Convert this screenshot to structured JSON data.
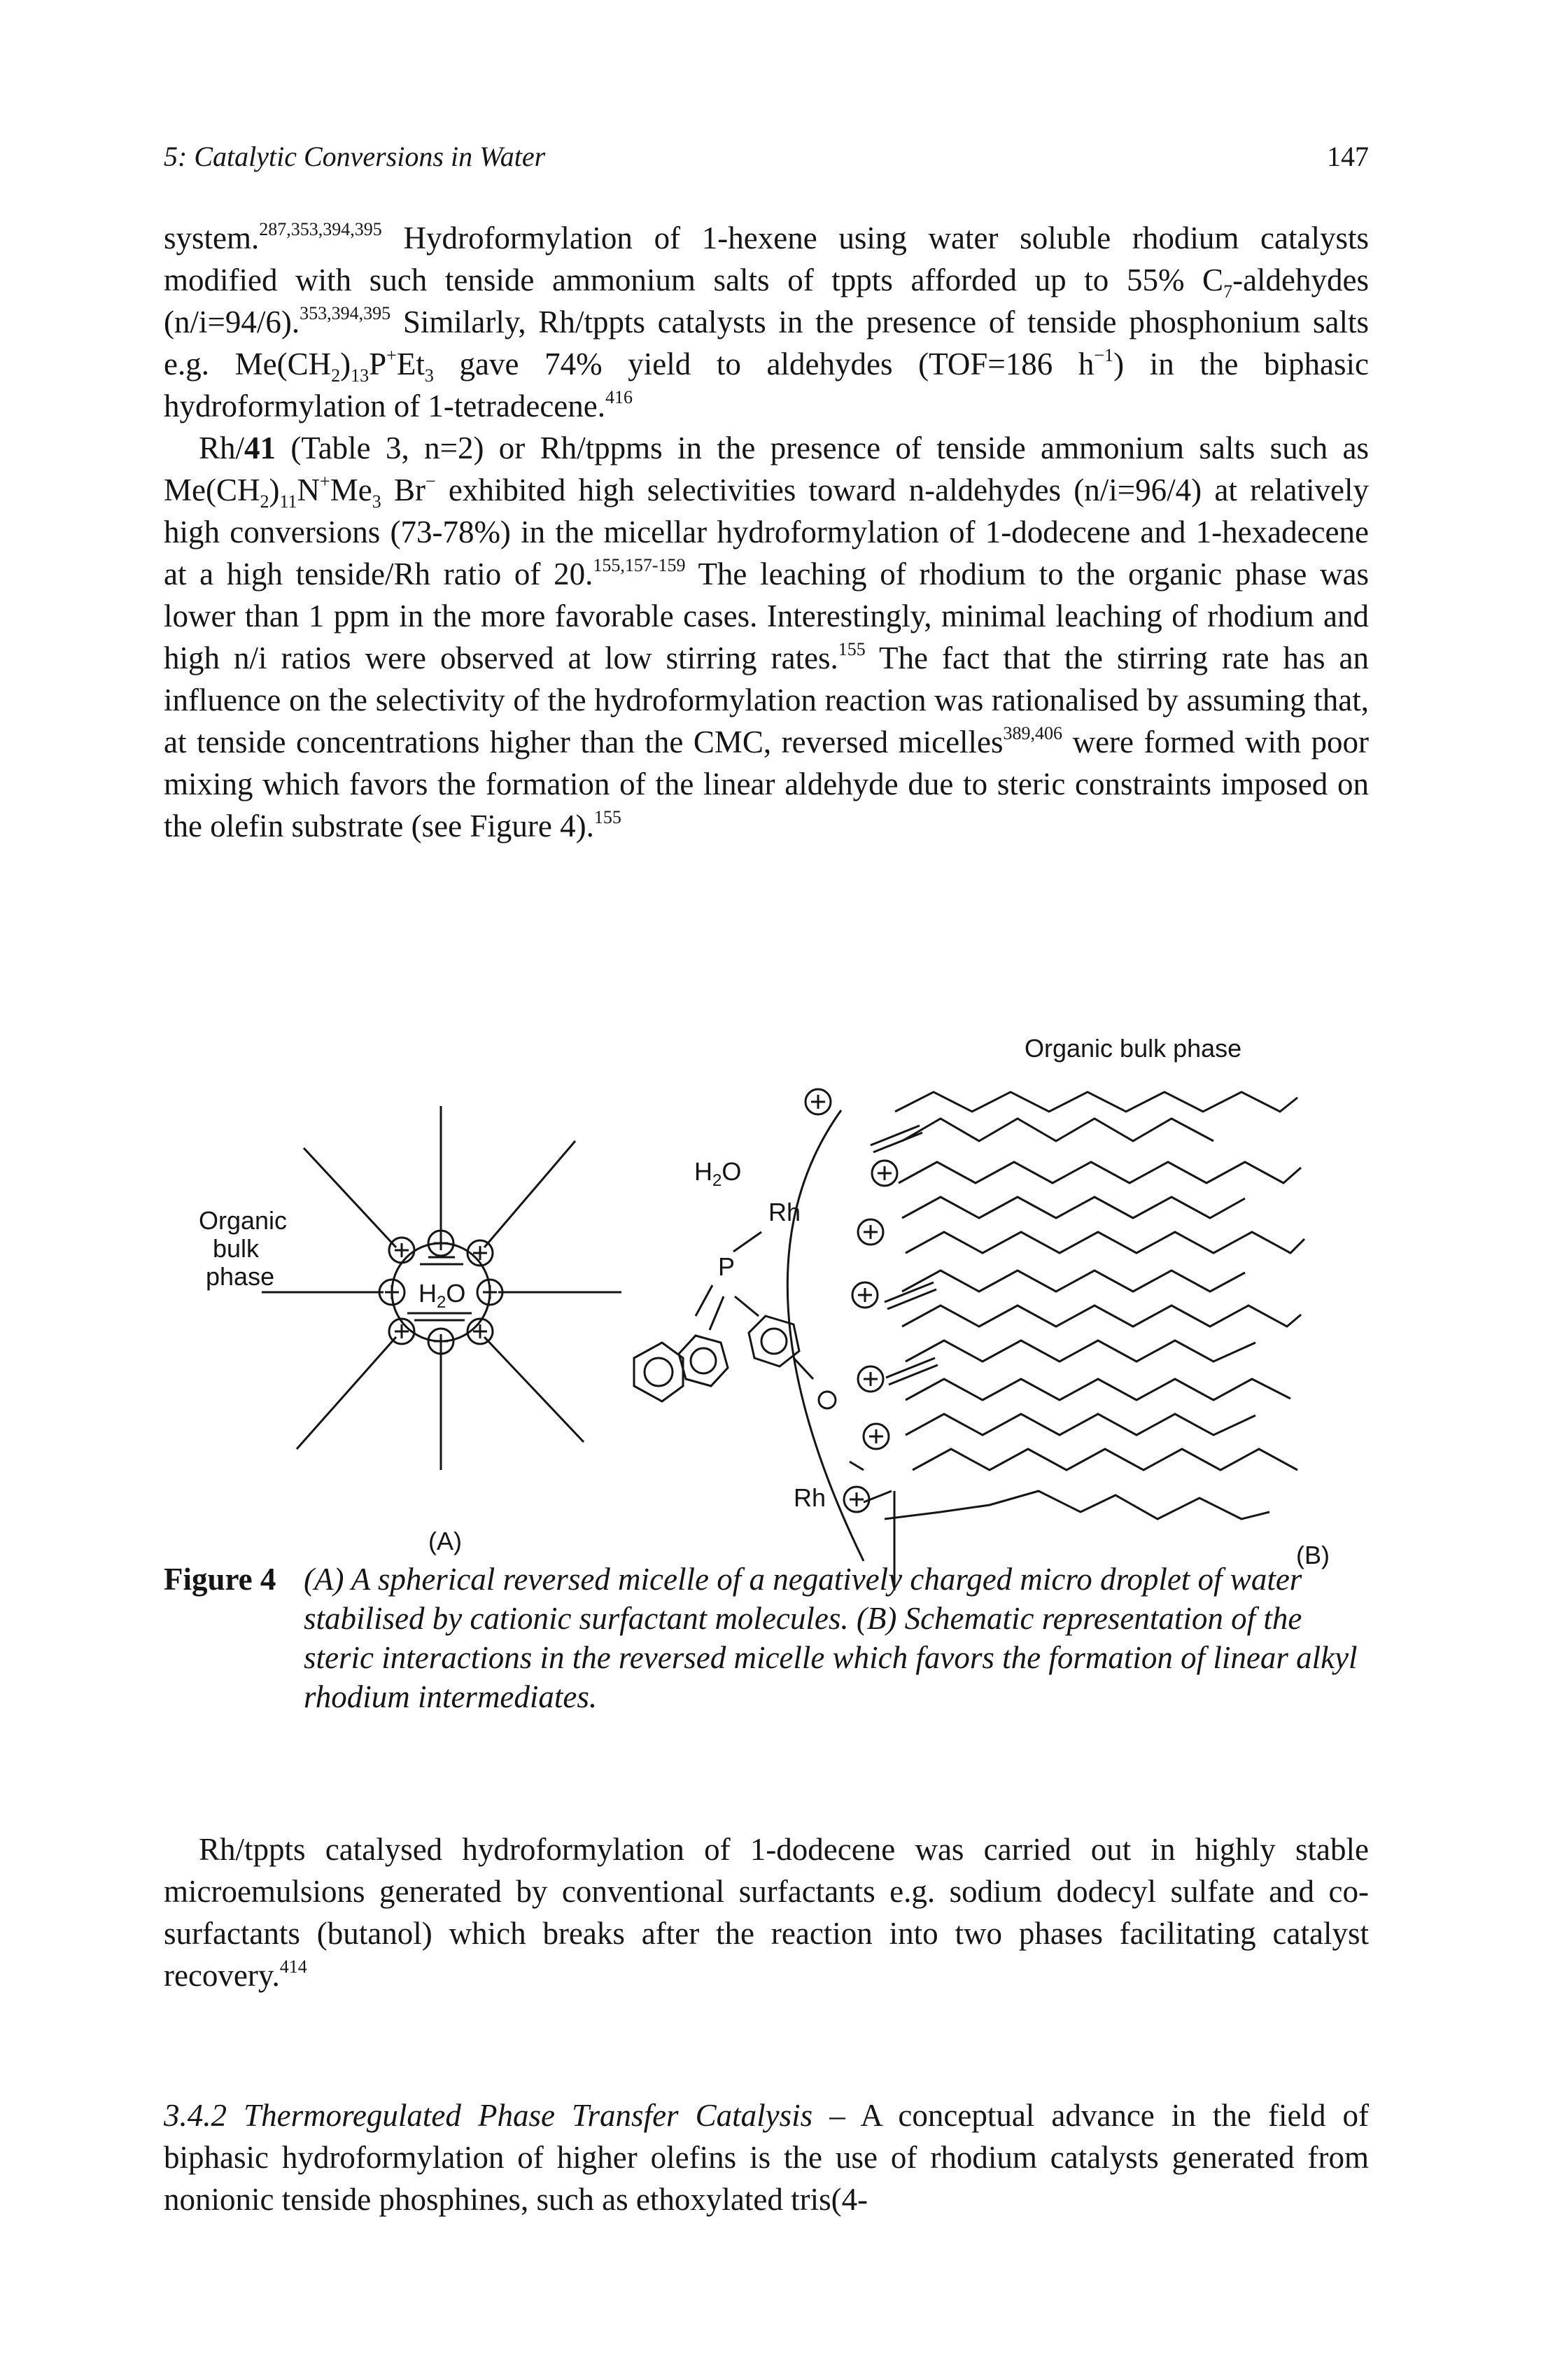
{
  "header": {
    "running_title": "5: Catalytic Conversions in Water",
    "page_number": "147"
  },
  "paragraph1": {
    "s1": "system.",
    "r1": "287,353,394,395",
    "s2": " Hydroformylation of 1-hexene using water soluble rhodium catalysts modified with such tenside ammonium salts of tppts afforded up to 55% C",
    "sub1": "7",
    "s3": "-aldehydes (n/i=94/6).",
    "r2": "353,394,395",
    "s4": " Similarly, Rh/tppts catalysts in the presence of tenside phosphonium salts e.g. Me(CH",
    "sub2": "2",
    "s5": ")",
    "sub3": "13",
    "s6": "P",
    "sup_plus": "+",
    "s7": "Et",
    "sub4": "3",
    "s8": " gave 74% yield to aldehydes (TOF=186 h",
    "sup_neg1": "−1",
    "s9": ") in the biphasic hydroformylation of 1-tetradecene.",
    "r3": "416"
  },
  "paragraph2": {
    "s1": "Rh/",
    "bold": "41",
    "s2": " (Table 3, n=2) or Rh/tppms in the presence of tenside ammonium salts such as Me(CH",
    "sub1": "2",
    "s3": ")",
    "sub2": "11",
    "s4": "N",
    "sup_plus": "+",
    "s5": "Me",
    "sub3": "3",
    "s6": " Br",
    "sup_minus": "−",
    "s7": " exhibited high selectivities toward n-aldehydes (n/i=96/4) at relatively high conversions (73-78%) in the micellar hydroformylation of 1-dodecene and 1-hexadecene at a high tenside/Rh ratio of 20.",
    "r1": "155,157-159",
    "s8": " The leaching of rhodium to the organic phase was lower than 1 ppm in the more favorable cases. Interestingly, minimal leaching of rhodium and high n/i ratios were observed at low stirring rates.",
    "r2": "155",
    "s9": " The fact that the stirring rate has an influence on the selectivity of the hydroformylation reaction was rationalised by assuming that, at tenside concentrations higher than the CMC, reversed micelles",
    "r3": "389,406",
    "s10": " were formed with poor mixing which favors the formation of the linear aldehyde due to steric constraints imposed on the olefin substrate (see Figure 4).",
    "r4": "155"
  },
  "figure": {
    "label_organic_bulk_phase_right": "Organic bulk phase",
    "label_organic": "Organic",
    "label_bulk": "bulk",
    "label_phase": "phase",
    "label_h": "H",
    "label_2": "2",
    "label_o": "O",
    "label_p": "P",
    "label_rh": "Rh",
    "label_a": "(A)",
    "label_b": "(B)",
    "plus": "+"
  },
  "caption": {
    "label": "Figure 4",
    "text": "(A) A spherical reversed micelle of a negatively charged micro droplet of water stabilised by cationic surfactant molecules. (B) Schematic representation of the steric interactions in the reversed micelle which favors the formation of linear alkyl rhodium intermediates."
  },
  "paragraph3": {
    "s1": "Rh/tppts catalysed hydroformylation of 1-dodecene was carried out in highly stable microemulsions generated by conventional surfactants e.g. sodium dodecyl sulfate and co-surfactants (butanol) which breaks after the reaction into two phases facilitating catalyst recovery.",
    "r1": "414"
  },
  "section": {
    "number": "3.4.2",
    "title": "Thermoregulated Phase Transfer Catalysis",
    "dash": " – ",
    "text": "A conceptual advance in the field of biphasic hydroformylation of higher olefins is the use of rhodium catalysts generated from nonionic tenside phosphines, such as ethoxylated tris(4-"
  }
}
